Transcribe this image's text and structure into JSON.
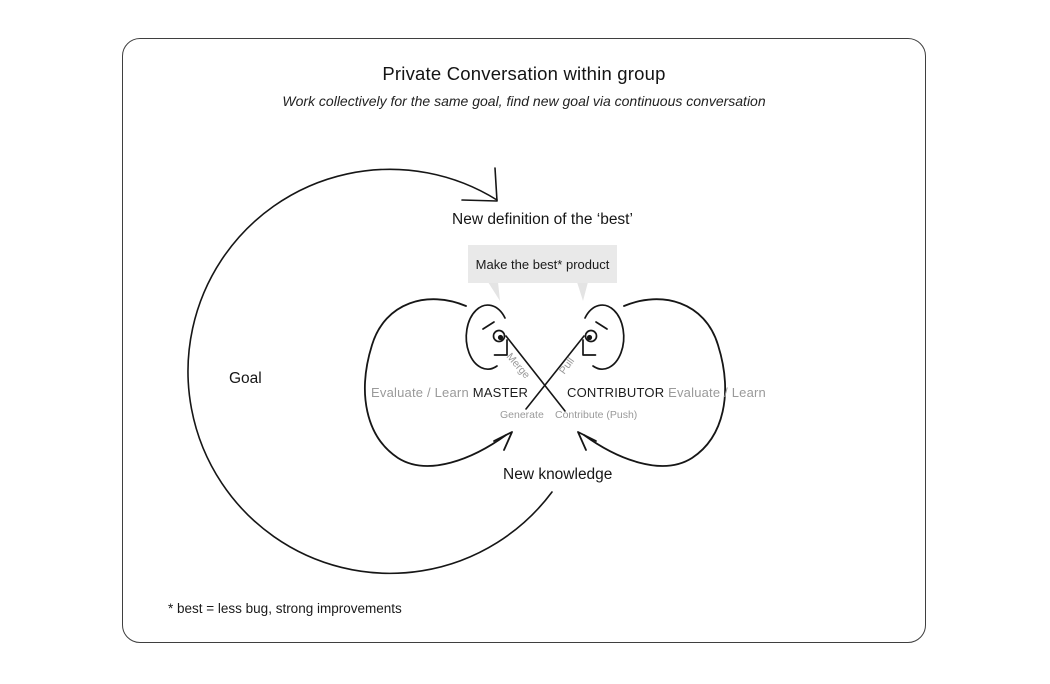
{
  "slide": {
    "title": "Private Conversation within group",
    "subtitle": "Work collectively for the same goal, find new goal via continuous conversation",
    "footnote": "* best = less bug, strong improvements"
  },
  "diagram": {
    "goal_label": "Goal",
    "new_definition_label": "New definition of the ‘best’",
    "speech_bubble_label": "Make the best* product",
    "new_knowledge_label": "New knowledge",
    "master": {
      "activity_label": "Evaluate / Learn",
      "role_label": "MASTER",
      "incoming_label": "Merge",
      "outgoing_label": "Generate"
    },
    "contributor": {
      "role_label": "CONTRIBUTOR",
      "activity_label": "Evaluate / Learn",
      "incoming_label": "Pull",
      "outgoing_label": "Contribute (Push)"
    },
    "colors": {
      "ink": "#1c1c1c",
      "muted_text": "#9a9a9a",
      "bubble_background": "#e9e9e9",
      "frame_border": "#3f3f3f"
    }
  }
}
